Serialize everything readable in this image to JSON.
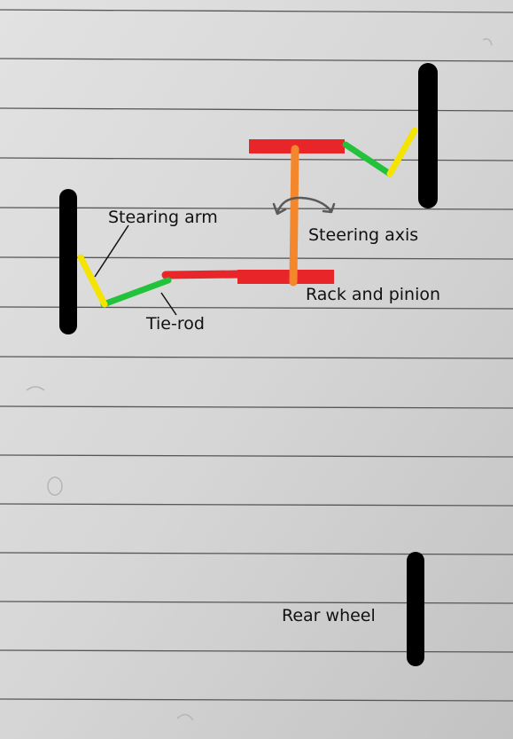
{
  "labels": {
    "steering_arm": "Stearing arm",
    "tie_rod": "Tie-rod",
    "steering_axis": "Steering axis",
    "rack_and_pinion": "Rack and pinion",
    "rear_wheel": "Rear wheel"
  },
  "colors": {
    "paper": "#d9d9d9",
    "rule_line": "#555555",
    "wheel": "#000000",
    "steering_arm": "#f5e400",
    "tie_rod": "#22c23a",
    "rack": "#e8262a",
    "steering_column": "#f4872c",
    "rotation_arrow": "#5a5a5a"
  },
  "icons": {
    "rotation": "curved-double-arrow-icon"
  }
}
